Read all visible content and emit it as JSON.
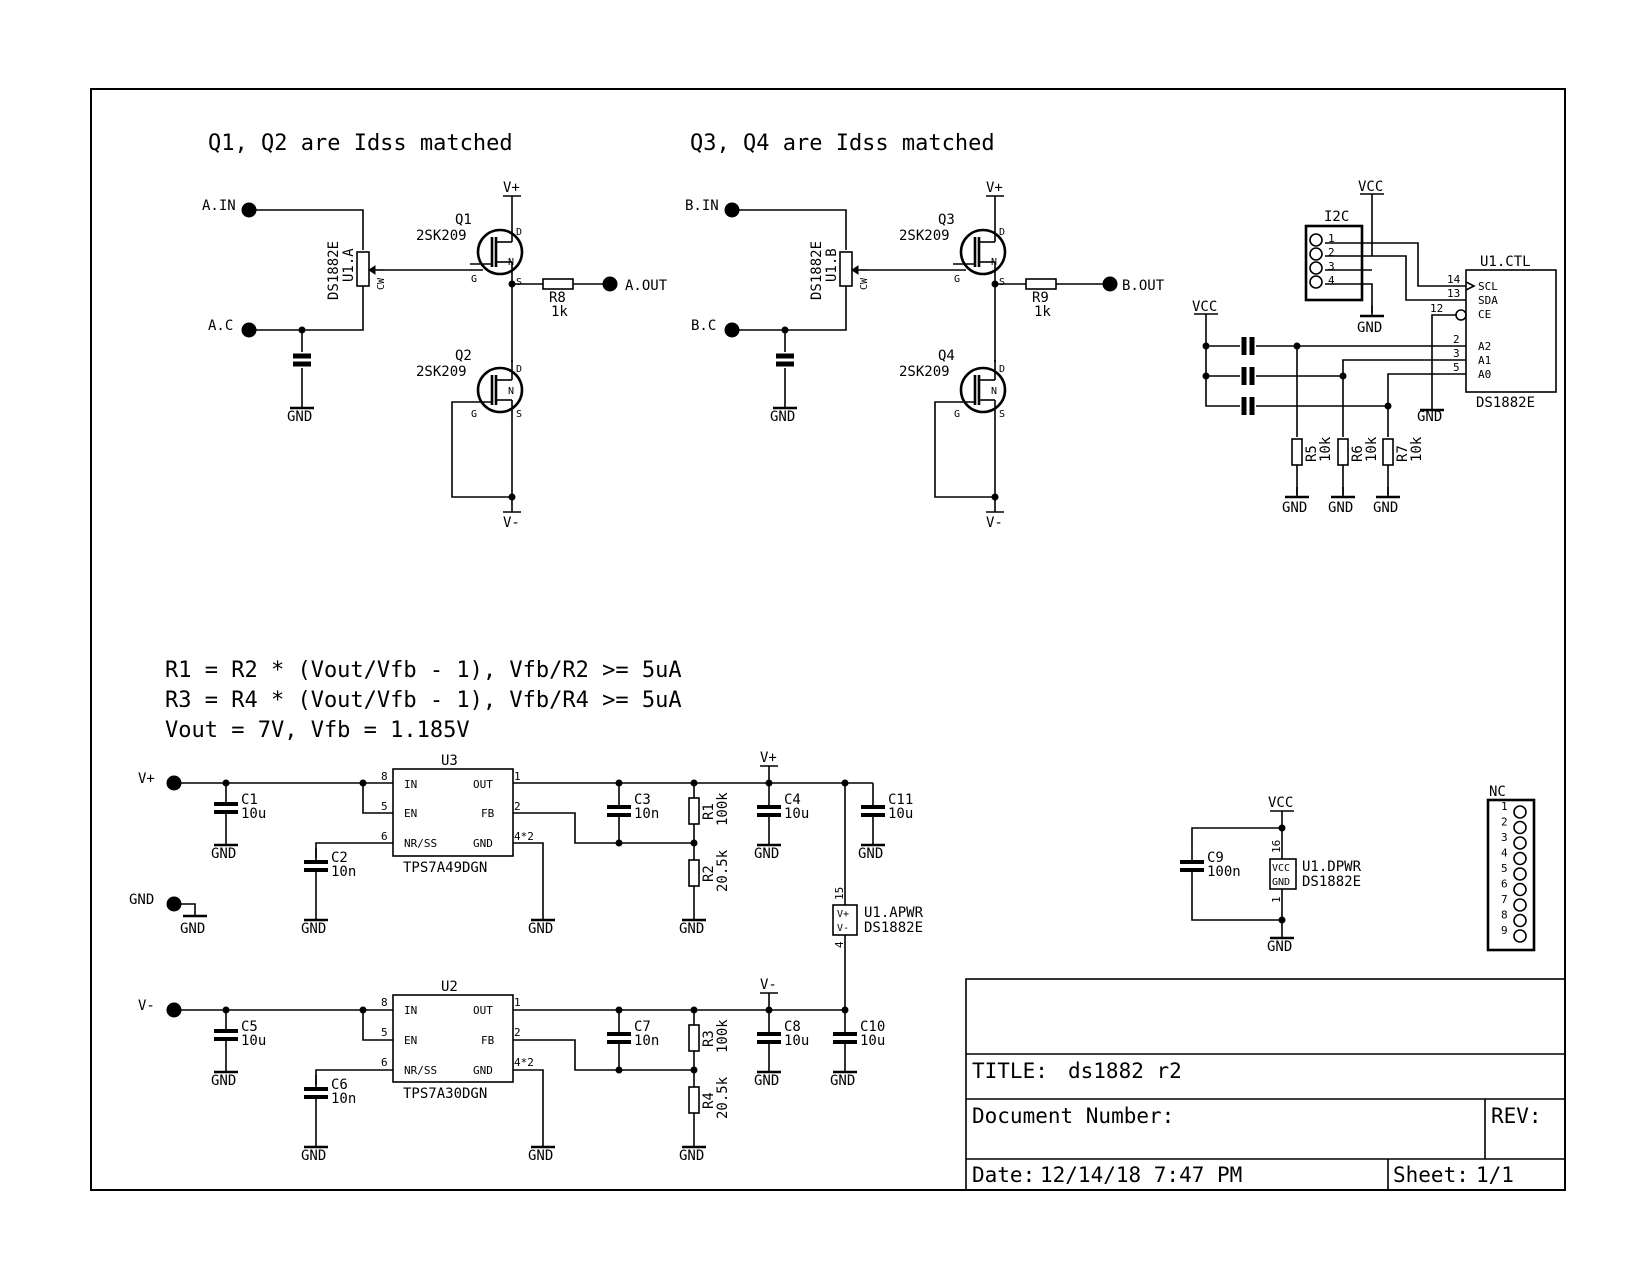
{
  "notes": {
    "matched_a": "Q1, Q2 are Idss matched",
    "matched_b": "Q3, Q4 are Idss matched",
    "eq1": "R1 = R2 * (Vout/Vfb - 1), Vfb/R2 >= 5uA",
    "eq2": "R3 = R4 * (Vout/Vfb - 1), Vfb/R4 >= 5uA",
    "eq3": "Vout = 7V, Vfb = 1.185V"
  },
  "nets": {
    "vplus": "V+",
    "vminus": "V-",
    "vcc": "VCC",
    "gnd": "GND"
  },
  "pins": {
    "d": "D",
    "g": "G",
    "s": "S",
    "n": "N",
    "cw": "CW"
  },
  "ch_a": {
    "in": "A.IN",
    "c": "A.C",
    "out": "A.OUT",
    "pot_name": "U1.A",
    "pot_value": "DS1882E",
    "q_top": "Q1",
    "q_top_part": "2SK209",
    "q_bot": "Q2",
    "q_bot_part": "2SK209",
    "r_name": "R8",
    "r_value": "1k"
  },
  "ch_b": {
    "in": "B.IN",
    "c": "B.C",
    "out": "B.OUT",
    "pot_name": "U1.B",
    "pot_value": "DS1882E",
    "q_top": "Q3",
    "q_top_part": "2SK209",
    "q_bot": "Q4",
    "q_bot_part": "2SK209",
    "r_name": "R9",
    "r_value": "1k"
  },
  "i2c": {
    "name": "I2C",
    "pins": [
      "1",
      "2",
      "3",
      "4"
    ]
  },
  "ctl": {
    "name": "U1.CTL",
    "part": "DS1882E",
    "pin_labels": [
      "SCL",
      "SDA",
      "CE",
      "A2",
      "A1",
      "A0"
    ],
    "pin_numbers": [
      "14",
      "13",
      "12",
      "2",
      "3",
      "5"
    ]
  },
  "addr_res": [
    {
      "name": "R5",
      "value": "10k"
    },
    {
      "name": "R6",
      "value": "10k"
    },
    {
      "name": "R7",
      "value": "10k"
    }
  ],
  "regulators": {
    "top": {
      "name": "U3",
      "part": "TPS7A49DGN",
      "pins": {
        "in": "IN",
        "en": "EN",
        "nr": "NR/SS",
        "out": "OUT",
        "fb": "FB",
        "gnd": "GND"
      },
      "pin_numbers": {
        "in": "8",
        "en": "5",
        "nr": "6",
        "out": "1",
        "fb": "2",
        "gnd": "4*2"
      }
    },
    "bottom": {
      "name": "U2",
      "part": "TPS7A30DGN",
      "pins": {
        "in": "IN",
        "en": "EN",
        "nr": "NR/SS",
        "out": "OUT",
        "fb": "FB",
        "gnd": "GND"
      },
      "pin_numbers": {
        "in": "8",
        "en": "5",
        "nr": "6",
        "out": "1",
        "fb": "2",
        "gnd": "4*2"
      }
    }
  },
  "caps": {
    "c1": {
      "name": "C1",
      "value": "10u"
    },
    "c2": {
      "name": "C2",
      "value": "10n"
    },
    "c3": {
      "name": "C3",
      "value": "10n"
    },
    "c4": {
      "name": "C4",
      "value": "10u"
    },
    "c5": {
      "name": "C5",
      "value": "10u"
    },
    "c6": {
      "name": "C6",
      "value": "10n"
    },
    "c7": {
      "name": "C7",
      "value": "10n"
    },
    "c8": {
      "name": "C8",
      "value": "10u"
    },
    "c9": {
      "name": "C9",
      "value": "100n"
    },
    "c10": {
      "name": "C10",
      "value": "10u"
    },
    "c11": {
      "name": "C11",
      "value": "10u"
    }
  },
  "res": {
    "r1": {
      "name": "R1",
      "value": "100k"
    },
    "r2": {
      "name": "R2",
      "value": "20.5k"
    },
    "r3": {
      "name": "R3",
      "value": "100k"
    },
    "r4": {
      "name": "R4",
      "value": "20.5k"
    }
  },
  "apwr": {
    "name": "U1.APWR",
    "part": "DS1882E",
    "pin_top": "15",
    "pin_bot": "4",
    "label_plus": "V+",
    "label_minus": "V-"
  },
  "dpwr": {
    "name": "U1.DPWR",
    "part": "DS1882E",
    "pin_top": "16",
    "pin_bot": "1",
    "label_vcc": "VCC",
    "label_gnd": "GND"
  },
  "nc": {
    "name": "NC",
    "pins": [
      "1",
      "2",
      "3",
      "4",
      "5",
      "6",
      "7",
      "8",
      "9"
    ]
  },
  "gnd_port": {
    "label": "GND"
  },
  "title_block": {
    "title_label": "TITLE:",
    "title": "ds1882 r2",
    "doc_label": "Document Number:",
    "rev_label": "REV:",
    "date_label": "Date:",
    "date": "12/14/18 7:47 PM",
    "sheet_label": "Sheet:",
    "sheet": "1/1"
  }
}
